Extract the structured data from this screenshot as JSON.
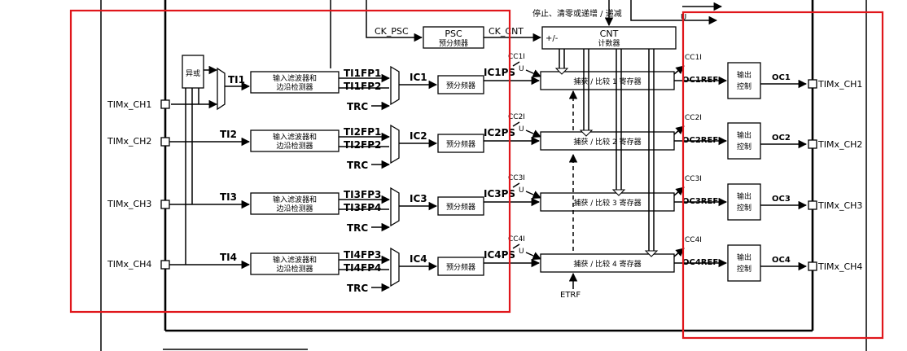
{
  "top": {
    "stop_clear_label": "停止、清零或递增 / 递减",
    "u_label": "U"
  },
  "psc": {
    "title": "PSC",
    "subtitle": "预分频器",
    "in_label": "CK_PSC",
    "out_label": "CK_CNT"
  },
  "cnt": {
    "title": "CNT",
    "subtitle": "计数器",
    "sign": "+/-"
  },
  "xor_label": "异或",
  "filter_label_1": "输入滤波器和",
  "filter_label_2": "边沿检测器",
  "prescaler_label": "预分频器",
  "output_ctrl_1": "输出",
  "output_ctrl_2": "控制",
  "etrf_label": "ETRF",
  "u": "U",
  "channels": [
    {
      "pin": "TIMx_CH1",
      "ti": "TI1",
      "fp_a": "TI1FP1",
      "fp_b": "TI1FP2",
      "trc": "TRC",
      "ic": "IC1",
      "icps": "IC1PS",
      "cci": "CC1I",
      "ccr": "捕获 / 比较 1 寄存器",
      "ref": "OC1REF",
      "oc": "OC1",
      "out_pin": "TIMx_CH1"
    },
    {
      "pin": "TIMx_CH2",
      "ti": "TI2",
      "fp_a": "TI2FP1",
      "fp_b": "TI2FP2",
      "trc": "TRC",
      "ic": "IC2",
      "icps": "IC2PS",
      "cci": "CC2I",
      "ccr": "捕获 / 比较 2 寄存器",
      "ref": "OC2REF",
      "oc": "OC2",
      "out_pin": "TIMx_CH2"
    },
    {
      "pin": "TIMx_CH3",
      "ti": "TI3",
      "fp_a": "TI3FP3",
      "fp_b": "TI3FP4",
      "trc": "TRC",
      "ic": "IC3",
      "icps": "IC3PS",
      "cci": "CC3I",
      "ccr": "捕获 / 比较 3 寄存器",
      "ref": "OC3REF",
      "oc": "OC3",
      "out_pin": "TIMx_CH3"
    },
    {
      "pin": "TIMx_CH4",
      "ti": "TI4",
      "fp_a": "TI4FP3",
      "fp_b": "TI4FP4",
      "trc": "TRC",
      "ic": "IC4",
      "icps": "IC4PS",
      "cci": "CC4I",
      "ccr": "捕获 / 比较 4 寄存器",
      "ref": "OC4REF",
      "oc": "OC4",
      "out_pin": "TIMx_CH4"
    }
  ]
}
